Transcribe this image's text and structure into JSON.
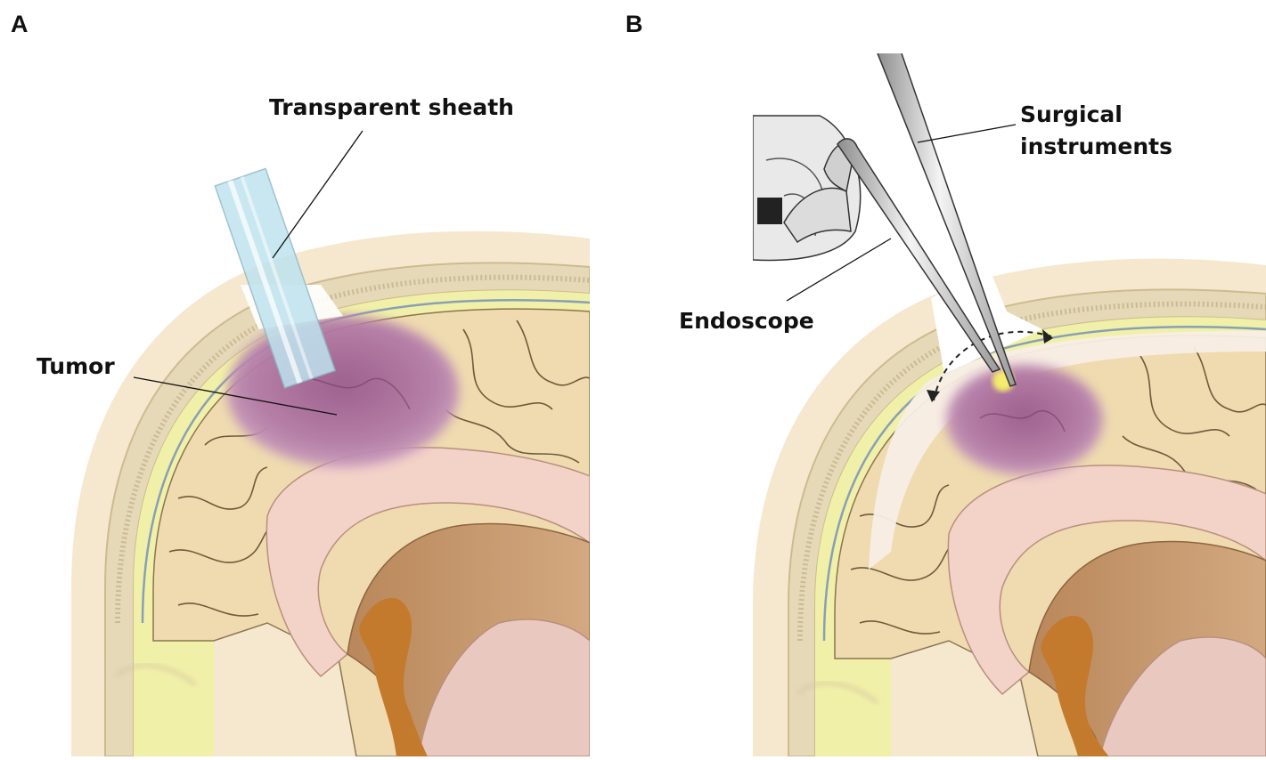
{
  "panels": [
    {
      "letter": "A"
    },
    {
      "letter": "B"
    }
  ],
  "labels": {
    "transparent_sheath": "Transparent sheath",
    "tumor": "Tumor",
    "surgical_instruments_line1": "Surgical",
    "surgical_instruments_line2": "instruments",
    "endoscope": "Endoscope"
  },
  "colors": {
    "skin": "#f6e8cf",
    "skull": "#eadfc2",
    "dura": "#f1f0a8",
    "brain": "#efdbaf",
    "tumor": "#a86a9a",
    "ventricle": "#f3d2c8",
    "brainstem": "#c79467",
    "aqueduct": "#c47a2c",
    "sheath": "#bfe3ef",
    "metal": "#d8d8d8"
  }
}
